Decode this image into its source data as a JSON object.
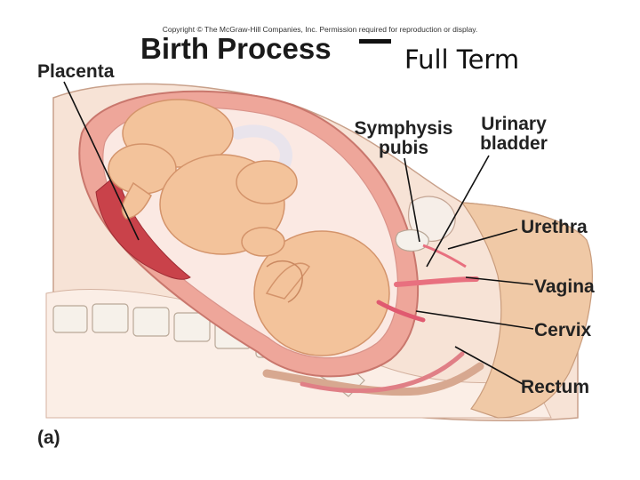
{
  "header": {
    "copyright": "Copyright © The McGraw-Hill Companies, Inc. Permission required for reproduction or display.",
    "title": "Birth Process",
    "subtitle": "Full Term"
  },
  "labels": {
    "placenta": "Placenta",
    "symphysis_line1": "Symphysis",
    "symphysis_line2": "pubis",
    "urinary_line1": "Urinary",
    "urinary_line2": "bladder",
    "urethra": "Urethra",
    "vagina": "Vagina",
    "cervix": "Cervix",
    "rectum": "Rectum"
  },
  "figure_label": "(a)",
  "colors": {
    "skin": "#f3c39b",
    "skin_shadow": "#e6a57a",
    "uterus_wall": "#e98d82",
    "placenta": "#c9424a",
    "tissue_light": "#f7e6dd",
    "bone": "#f4f0ea",
    "mucosa": "#e8707f",
    "leader": "#111111"
  },
  "icons": [
    "fetus-illustration",
    "spine-illustration",
    "pelvis-illustration"
  ]
}
